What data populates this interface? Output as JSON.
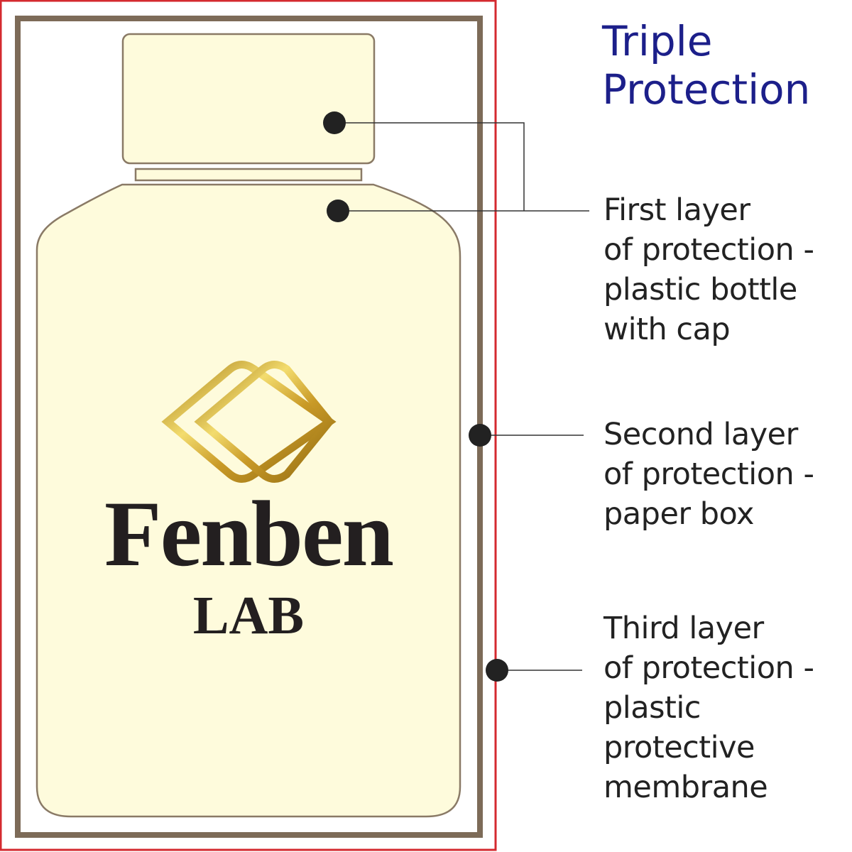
{
  "title": {
    "line1": "Triple",
    "line2": "Protection"
  },
  "brand": {
    "name": "Fenben",
    "sub": "LAB"
  },
  "layers": [
    {
      "lines": [
        "First layer",
        "of protection -",
        "plastic bottle",
        "with cap"
      ]
    },
    {
      "lines": [
        "Second layer",
        "of protection -",
        "paper box"
      ]
    },
    {
      "lines": [
        "Third layer",
        "of protection -",
        "plastic",
        "protective",
        "membrane"
      ]
    }
  ],
  "colors": {
    "title": "#1c1f8a",
    "box_outline": "#7d6b58",
    "membrane_outline": "#d42a2f",
    "bottle_fill": "#fefbdc",
    "bottle_outline": "#8a7a66",
    "logo_gold": "#c9a42b",
    "brand_text": "#231f20",
    "marker": "#222222"
  }
}
